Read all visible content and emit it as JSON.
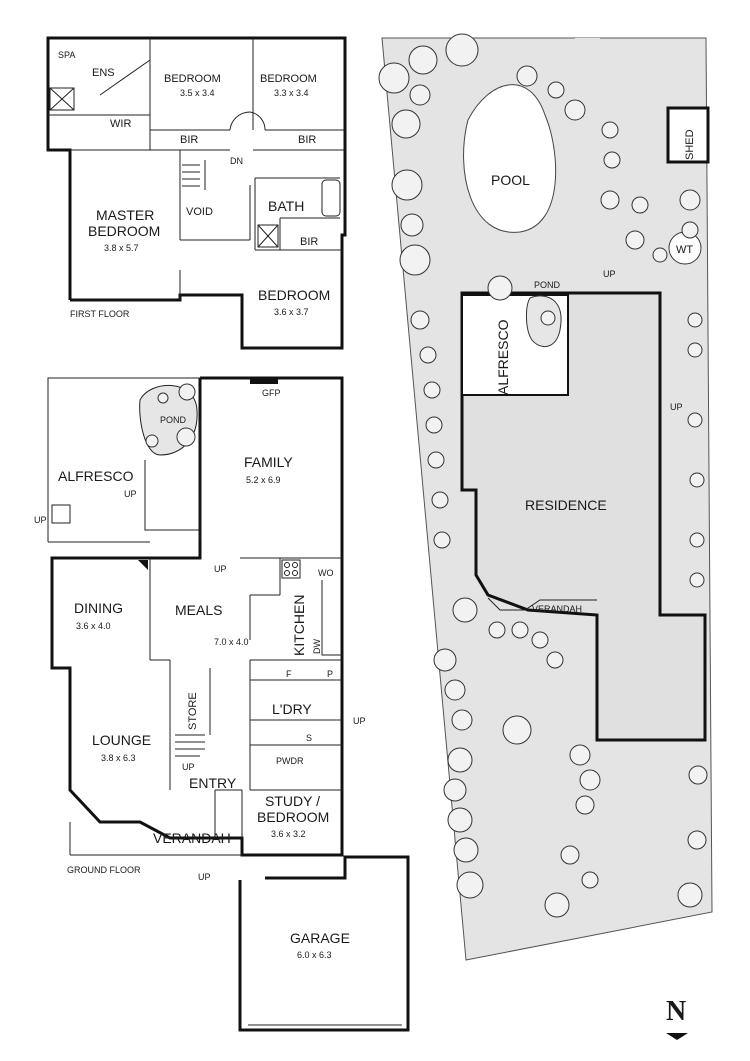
{
  "first_floor": {
    "label": "FIRST FLOOR",
    "rooms": {
      "spa": "SPA",
      "ens": "ENS",
      "wir": "WIR",
      "bedroom_a": "BEDROOM",
      "bedroom_a_dim": "3.5 x 3.4",
      "bedroom_b": "BEDROOM",
      "bedroom_b_dim": "3.3 x 3.4",
      "bir_a": "BIR",
      "bir_b": "BIR",
      "bir_c": "BIR",
      "dn": "DN",
      "void": "VOID",
      "bath": "BATH",
      "master_line1": "MASTER",
      "master_line2": "BEDROOM",
      "master_dim": "3.8 x 5.7",
      "bedroom_c": "BEDROOM",
      "bedroom_c_dim": "3.6 x 3.7"
    }
  },
  "ground_floor": {
    "label": "GROUND FLOOR",
    "rooms": {
      "pond": "POND",
      "gfp": "GFP",
      "alfresco": "ALFRESCO",
      "up_alfresco": "UP",
      "up_side": "UP",
      "family": "FAMILY",
      "family_dim": "5.2 x 6.9",
      "up_meals": "UP",
      "wo": "WO",
      "dining": "DINING",
      "dining_dim": "3.6 x 4.0",
      "meals": "MEALS",
      "meals_dim": "7.0 x 4.0",
      "kitchen": "KITCHEN",
      "dw": "DW",
      "f": "F",
      "p": "P",
      "store": "STORE",
      "ldry": "L'DRY",
      "up_ldry": "UP",
      "s": "S",
      "lounge": "LOUNGE",
      "lounge_dim": "3.8 x 6.3",
      "up_stair": "UP",
      "pwdr": "PWDR",
      "entry": "ENTRY",
      "study_line1": "STUDY /",
      "study_line2": "BEDROOM",
      "study_dim": "3.6 x 3.2",
      "verandah": "VERANDAH",
      "up_front": "UP",
      "garage": "GARAGE",
      "garage_dim": "6.0 x 6.3"
    }
  },
  "site_plan": {
    "pool": "POOL",
    "shed": "SHED",
    "wt": "WT",
    "up_pool": "UP",
    "pond": "POND",
    "alfresco": "ALFRESCO",
    "up_side": "UP",
    "residence": "RESIDENCE",
    "verandah": "VERANDAH"
  },
  "compass": {
    "letter": "N"
  },
  "colors": {
    "landscape": "#e4e4e4",
    "wall": "#111111",
    "background": "#ffffff"
  }
}
